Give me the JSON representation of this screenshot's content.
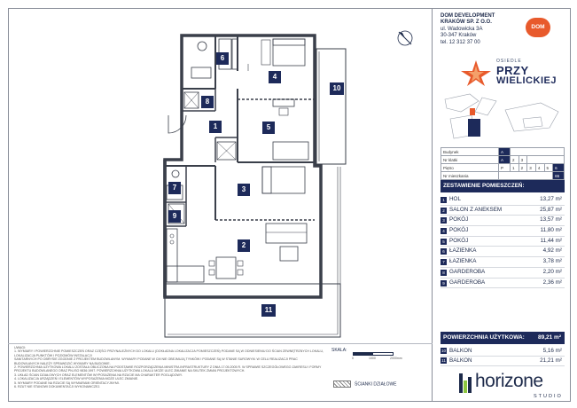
{
  "company": {
    "line1": "DOM DEVELOPMENT",
    "line2": "KRAKÓW SP. Z O.O.",
    "line3": "ul. Wadowicka 3A",
    "line4": "30-347 Kraków",
    "line5": "tel. 12 312 37 00",
    "badge": "DOM"
  },
  "brand": {
    "osiedle": "OSIEDLE",
    "przy": "PRZY",
    "wielickiej": "WIELICKIEJ"
  },
  "info_table": {
    "rows": [
      {
        "label": "Budynek",
        "cells": [
          "A"
        ]
      },
      {
        "label": "Nr klatki",
        "cells": [
          "A",
          "2",
          "3"
        ]
      },
      {
        "label": "Piętro",
        "cells": [
          "P",
          "1",
          "2",
          "3",
          "4",
          "5",
          "6"
        ]
      },
      {
        "label": "Nr mieszkania",
        "cells": [
          "65"
        ]
      }
    ]
  },
  "rooms_header": "ZESTAWIENIE POMIESZCZEŃ:",
  "rooms": [
    {
      "num": "1",
      "name": "HOL",
      "area": "13,27 m²"
    },
    {
      "num": "2",
      "name": "SALON Z ANEKSEM",
      "area": "25,87 m²"
    },
    {
      "num": "3",
      "name": "POKÓJ",
      "area": "13,57 m²"
    },
    {
      "num": "4",
      "name": "POKÓJ",
      "area": "11,80 m²"
    },
    {
      "num": "5",
      "name": "POKÓJ",
      "area": "11,44 m²"
    },
    {
      "num": "6",
      "name": "ŁAZIENKA",
      "area": "4,92 m²"
    },
    {
      "num": "7",
      "name": "ŁAZIENKA",
      "area": "3,78 m²"
    },
    {
      "num": "8",
      "name": "GARDEROBA",
      "area": "2,20 m²"
    },
    {
      "num": "9",
      "name": "GARDEROBA",
      "area": "2,36 m²"
    }
  ],
  "total": {
    "label": "POWIERZCHNIA UŻYTKOWA:",
    "value": "89,21 m²"
  },
  "balconies": [
    {
      "num": "10",
      "name": "BALKON",
      "area": "5,16 m²"
    },
    {
      "num": "11",
      "name": "BALKON",
      "area": "21,21 m²"
    }
  ],
  "plan_labels": [
    "1",
    "2",
    "3",
    "4",
    "5",
    "6",
    "7",
    "8",
    "9",
    "10",
    "11"
  ],
  "scale": {
    "label": "SKALA:",
    "t0": "0",
    "t1": "1000",
    "t2": "2000mm"
  },
  "walls_legend": "ŚCIANKI DZIAŁOWE",
  "horizone": {
    "word": "horizone",
    "studio": "STUDIO"
  },
  "notes": [
    "UWAGI:",
    "1. WYMIARY I POWIERZCHNIE POMIESZCZEŃ ORAZ CZĘŚCI PRZYNALEŻNYCH DO LOKALU (DOKŁADNA LOKALIZACJA POMIESZCZEŃ) PODANE SĄ W ODNIESIENIU DO ŚCIAN ZEWNĘTRZNYCH LOKALU, LOKALIZACJA PUNKTÓW I POZIOMÓW INSTALACJI",
    "SANITARNYCH PO OBRYSIE ZGODNIE Z PROJEKTEM BUDOWLANYM. WYMIARY PODANE W CM NIE OBEJMUJĄ TYNKÓW I PODANE SĄ W STANIE SUROWYM. W CELU REALIZACJI PRAC",
    "BUDOWLANYCH NALEŻY SPRAWDZIĆ WYMIARY NA BUDOWIE.",
    "2. POWIERZCHNIA UŻYTKOWA LOKALU ZOSTAŁA OBLICZONA NA PODSTAWIE ROZPORZĄDZENIA MINISTRA INFRASTRUKTURY Z DNIA 17.05.2005 R. W SPRAWIE SZCZEGÓŁOWEGO ZAKRESU I FORMY",
    "PROJEKTU BUDOWLANEGO ORAZ PN-ISO 9836:1997. POWIERZCHNIA UŻYTKOWA LOKALU MOŻE ULEC ZMIANIE NA SKUTEK ZMIAN PROJEKTOWYCH.",
    "3. UKŁAD ŚCIAN DZIAŁOWYCH ORAZ ELEMENTÓW WYPOSAŻENIA NA RZUCIE MA CHARAKTER POGLĄDOWY.",
    "4. LOKALIZACJA URZĄDZEŃ I ELEMENTÓW WYPOSAŻENIA MOŻE ULEC ZMIANIE.",
    "5. WYMIARY PODANE NA RZUCIE SĄ WYMIARAMI ORIENTACYJNYMI.",
    "6. RZUT NIE STANOWI DOKUMENTACJI WYKONAWCZEJ."
  ]
}
